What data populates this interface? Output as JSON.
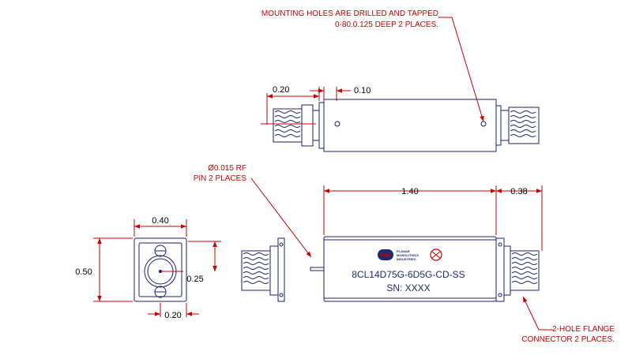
{
  "notes": {
    "mounting_line1": "MOUNTING HOLES ARE DRILLED AND TAPPED",
    "mounting_line2": "0-80.0.125 DEEP 2 PLACES.",
    "pin_line1": "Ø0.015 RF",
    "pin_line2": "PIN 2 PLACES",
    "flange_line1": "2-HOLE FLANGE",
    "flange_line2": "CONNECTOR 2 PLACES."
  },
  "dimensions": {
    "top_0_20": "0.20",
    "top_0_10": "0.10",
    "length_1_40": "1.40",
    "connector_0_38": "0.38",
    "width_0_40": "0.40",
    "height_0_50": "0.50",
    "pin_0_25": "0.25",
    "offset_0_20": "0.20"
  },
  "label": {
    "logo_line1": "PLANAR",
    "logo_line2": "MONOLITHICS",
    "logo_line3": "INDUSTRIES",
    "logo_badge": "PMI",
    "part_number": "8CL14D75G-6D5G-CD-SS",
    "serial": "SN: XXXX"
  },
  "colors": {
    "outline": "#1a1f6e",
    "dimension": "#cc0000",
    "note_text": "#cc0000",
    "dim_text": "#000000"
  }
}
